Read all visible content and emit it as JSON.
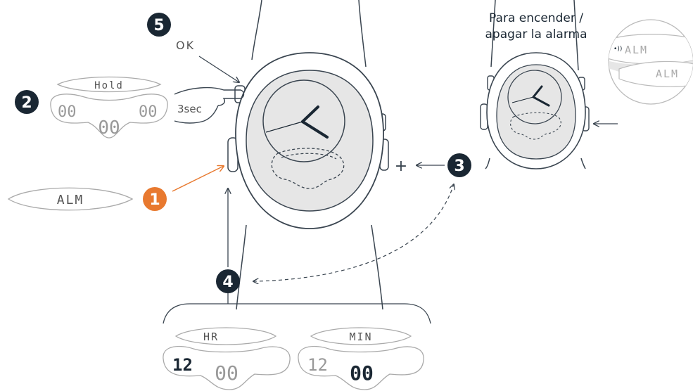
{
  "colors": {
    "dark": "#1a2733",
    "accent": "#e8792f",
    "watch_face": "#e6e6e6",
    "line": "#3a4550",
    "lcd_light": "#aaaaaa"
  },
  "steps": [
    {
      "number": "1",
      "color": "#e8792f"
    },
    {
      "number": "2",
      "color": "#1a2733"
    },
    {
      "number": "3",
      "color": "#1a2733"
    },
    {
      "number": "4",
      "color": "#1a2733"
    },
    {
      "number": "5",
      "color": "#1a2733"
    }
  ],
  "labels": {
    "ok": "OK",
    "three_sec": "3sec",
    "plus": "+",
    "alarm_toggle_line1": "Para encender /",
    "alarm_toggle_line2": "apagar la alarma"
  },
  "displays": {
    "hold": {
      "top": "Hold",
      "left": "00",
      "center": "00",
      "right": "00"
    },
    "alarm_mode": "ALM",
    "hour": {
      "label": "HR",
      "hours": "12",
      "minutes": "00"
    },
    "minute": {
      "label": "MIN",
      "hours": "12",
      "minutes": "00"
    },
    "zoom": {
      "icon": "sound-icon",
      "on_text": "ALM",
      "off_text": "ALM"
    }
  }
}
